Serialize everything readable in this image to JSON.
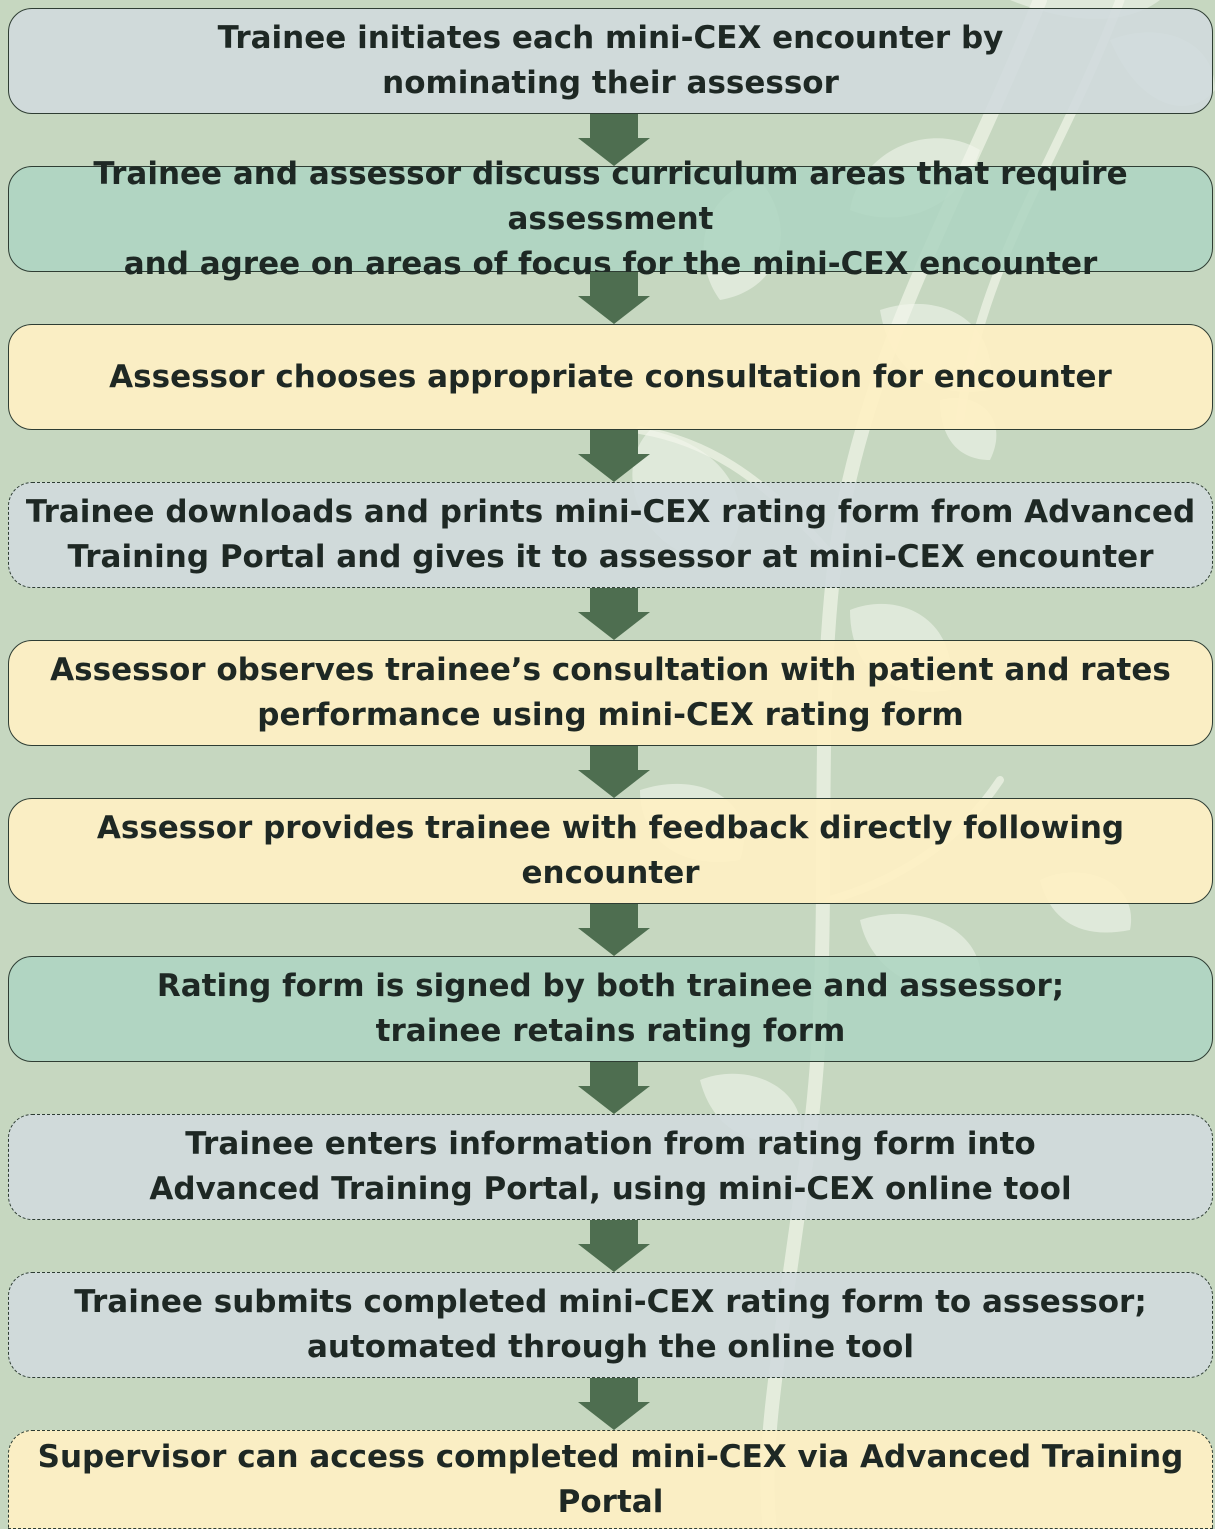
{
  "colors": {
    "background": "#c6d7c0",
    "arrow": "#4e6e50",
    "box_blue": "#d0dadd",
    "box_green": "#aed5c2",
    "box_yellow": "#fef0c4",
    "border": "#2e3d33"
  },
  "steps": [
    {
      "text": "Trainee initiates each mini-CEX encounter by\nnominating their assessor",
      "fill": "blue",
      "border": "solid"
    },
    {
      "text": "Trainee and assessor discuss curriculum areas that require assessment\nand agree on areas of focus for the mini-CEX encounter",
      "fill": "green",
      "border": "solid"
    },
    {
      "text": "Assessor chooses appropriate consultation for encounter",
      "fill": "yellow",
      "border": "solid"
    },
    {
      "text": "Trainee downloads and prints mini-CEX rating form from Advanced\nTraining Portal and gives it to assessor at mini-CEX encounter",
      "fill": "blue",
      "border": "dashed"
    },
    {
      "text": "Assessor observes trainee’s consultation with patient and rates\nperformance using mini-CEX rating form",
      "fill": "yellow",
      "border": "solid"
    },
    {
      "text": "Assessor provides trainee with feedback directly following encounter",
      "fill": "yellow",
      "border": "solid"
    },
    {
      "text": "Rating form is signed by both trainee and assessor;\ntrainee retains rating form",
      "fill": "green",
      "border": "solid"
    },
    {
      "text": "Trainee enters information from rating form into\nAdvanced Training Portal, using mini-CEX online tool",
      "fill": "blue",
      "border": "dashed"
    },
    {
      "text": "Trainee submits completed mini-CEX rating form to assessor;\nautomated through the online tool",
      "fill": "blue",
      "border": "dashed"
    },
    {
      "text": "Supervisor can access completed mini-CEX via Advanced Training Portal",
      "fill": "yellow",
      "border": "dashed"
    }
  ]
}
